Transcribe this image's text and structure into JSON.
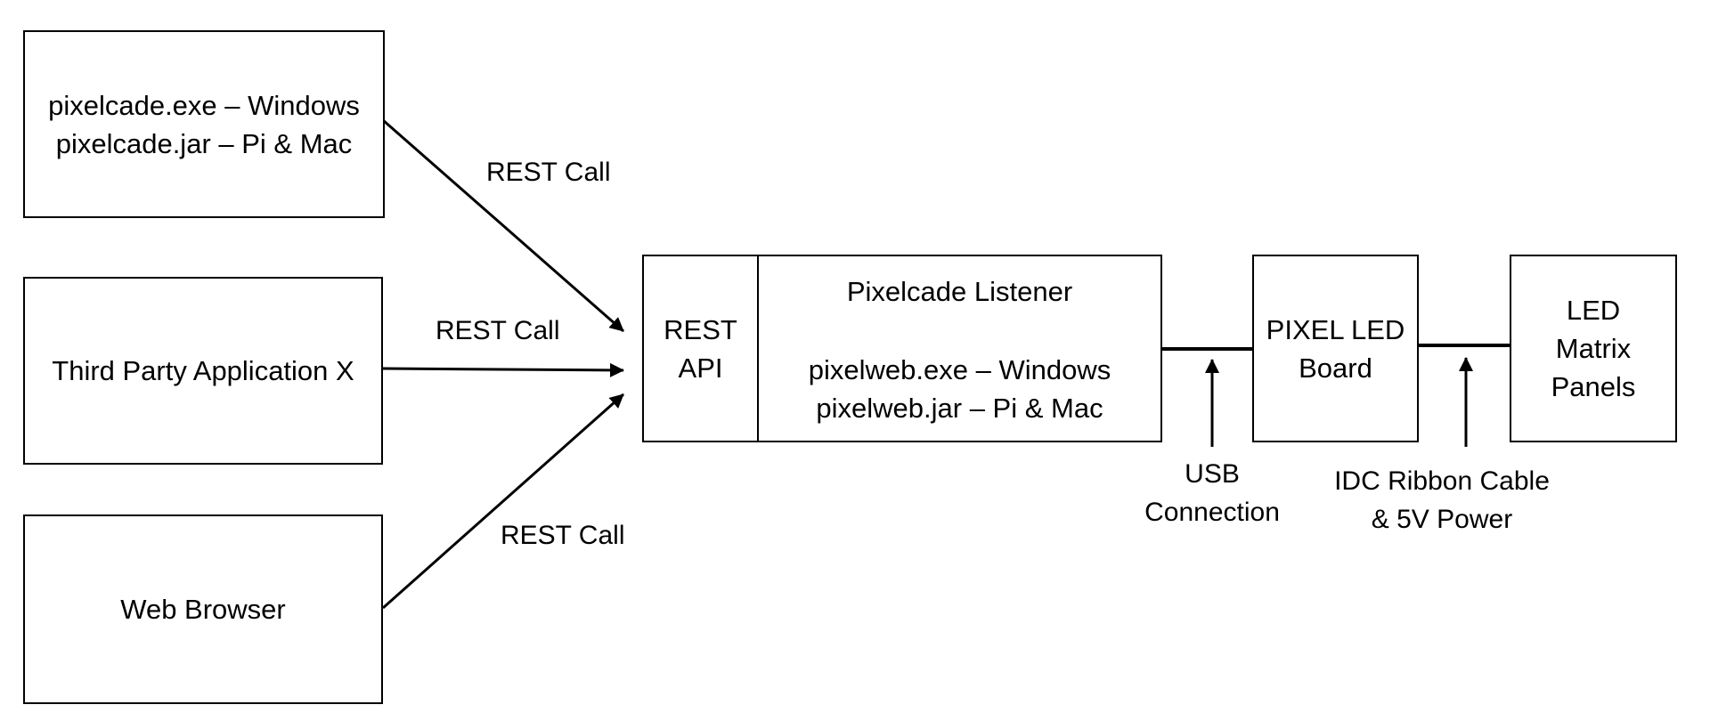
{
  "sources": [
    {
      "lines": [
        "pixelcade.exe – Windows",
        "pixelcade.jar – Pi & Mac"
      ]
    },
    {
      "lines": [
        "Third Party Application X"
      ]
    },
    {
      "lines": [
        "Web Browser"
      ]
    }
  ],
  "edge_labels": [
    "REST Call",
    "REST Call",
    "REST Call"
  ],
  "rest_api": {
    "lines": [
      "REST",
      "API"
    ]
  },
  "listener": {
    "title": "Pixelcade Listener",
    "lines": [
      "pixelweb.exe – Windows",
      "pixelweb.jar – Pi & Mac"
    ]
  },
  "pixel_board": {
    "lines": [
      "PIXEL LED",
      "Board"
    ]
  },
  "led_panels": {
    "lines": [
      "LED",
      "Matrix",
      "Panels"
    ]
  },
  "usb_label": {
    "lines": [
      "USB",
      "Connection"
    ]
  },
  "ribbon_label": {
    "lines": [
      "IDC Ribbon Cable",
      "& 5V Power"
    ]
  }
}
